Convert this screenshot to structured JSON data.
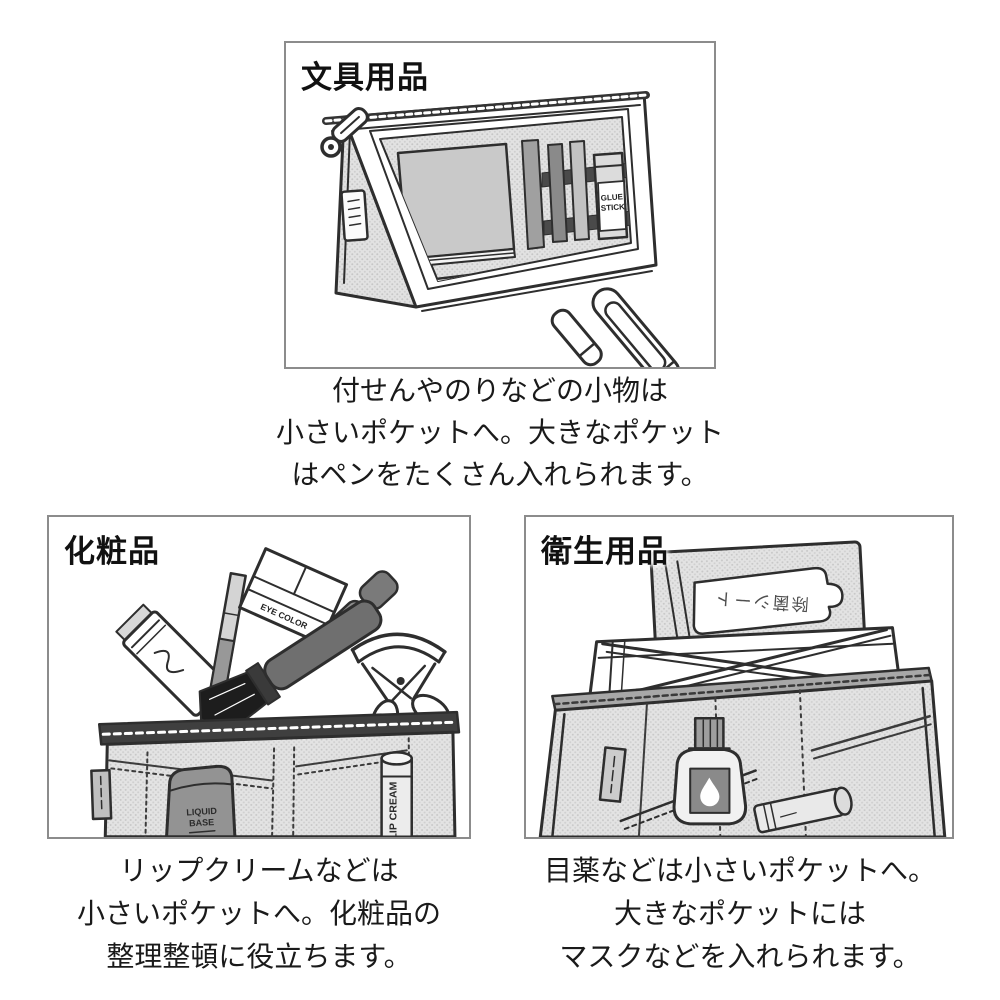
{
  "page": {
    "background": "#ffffff"
  },
  "colors": {
    "outline": "#2e2e2e",
    "panel_border": "#8c8c8c",
    "text": "#1a1a1a",
    "fill_light": "#e2e2e2",
    "fill_mid": "#a0a0a0",
    "fill_dark": "#4a4a4a"
  },
  "panels": [
    {
      "id": "stationery",
      "title": "文具用品",
      "caption": [
        "付せんやのりなどの小物は",
        "小さいポケットへ。大きなポケット",
        "はペンをたくさん入れられます。"
      ],
      "item_labels": {
        "glue_line1": "GLUE",
        "glue_line2": "STICK"
      }
    },
    {
      "id": "cosmetics",
      "title": "化粧品",
      "caption": [
        "リップクリームなどは",
        "小さいポケットへ。化粧品の",
        "整理整頓に役立ちます。"
      ],
      "item_labels": {
        "eye_color": "EYE COLOR",
        "liquid_line1": "LIQUID",
        "liquid_line2": "BASE",
        "lip_cream": "LIP CREAM"
      }
    },
    {
      "id": "hygiene",
      "title": "衛生用品",
      "caption": [
        "目薬などは小さいポケットへ。",
        "大きなポケットには",
        "マスクなどを入れられます。"
      ],
      "item_labels": {
        "sheet_pack": "除菌シート"
      }
    }
  ]
}
